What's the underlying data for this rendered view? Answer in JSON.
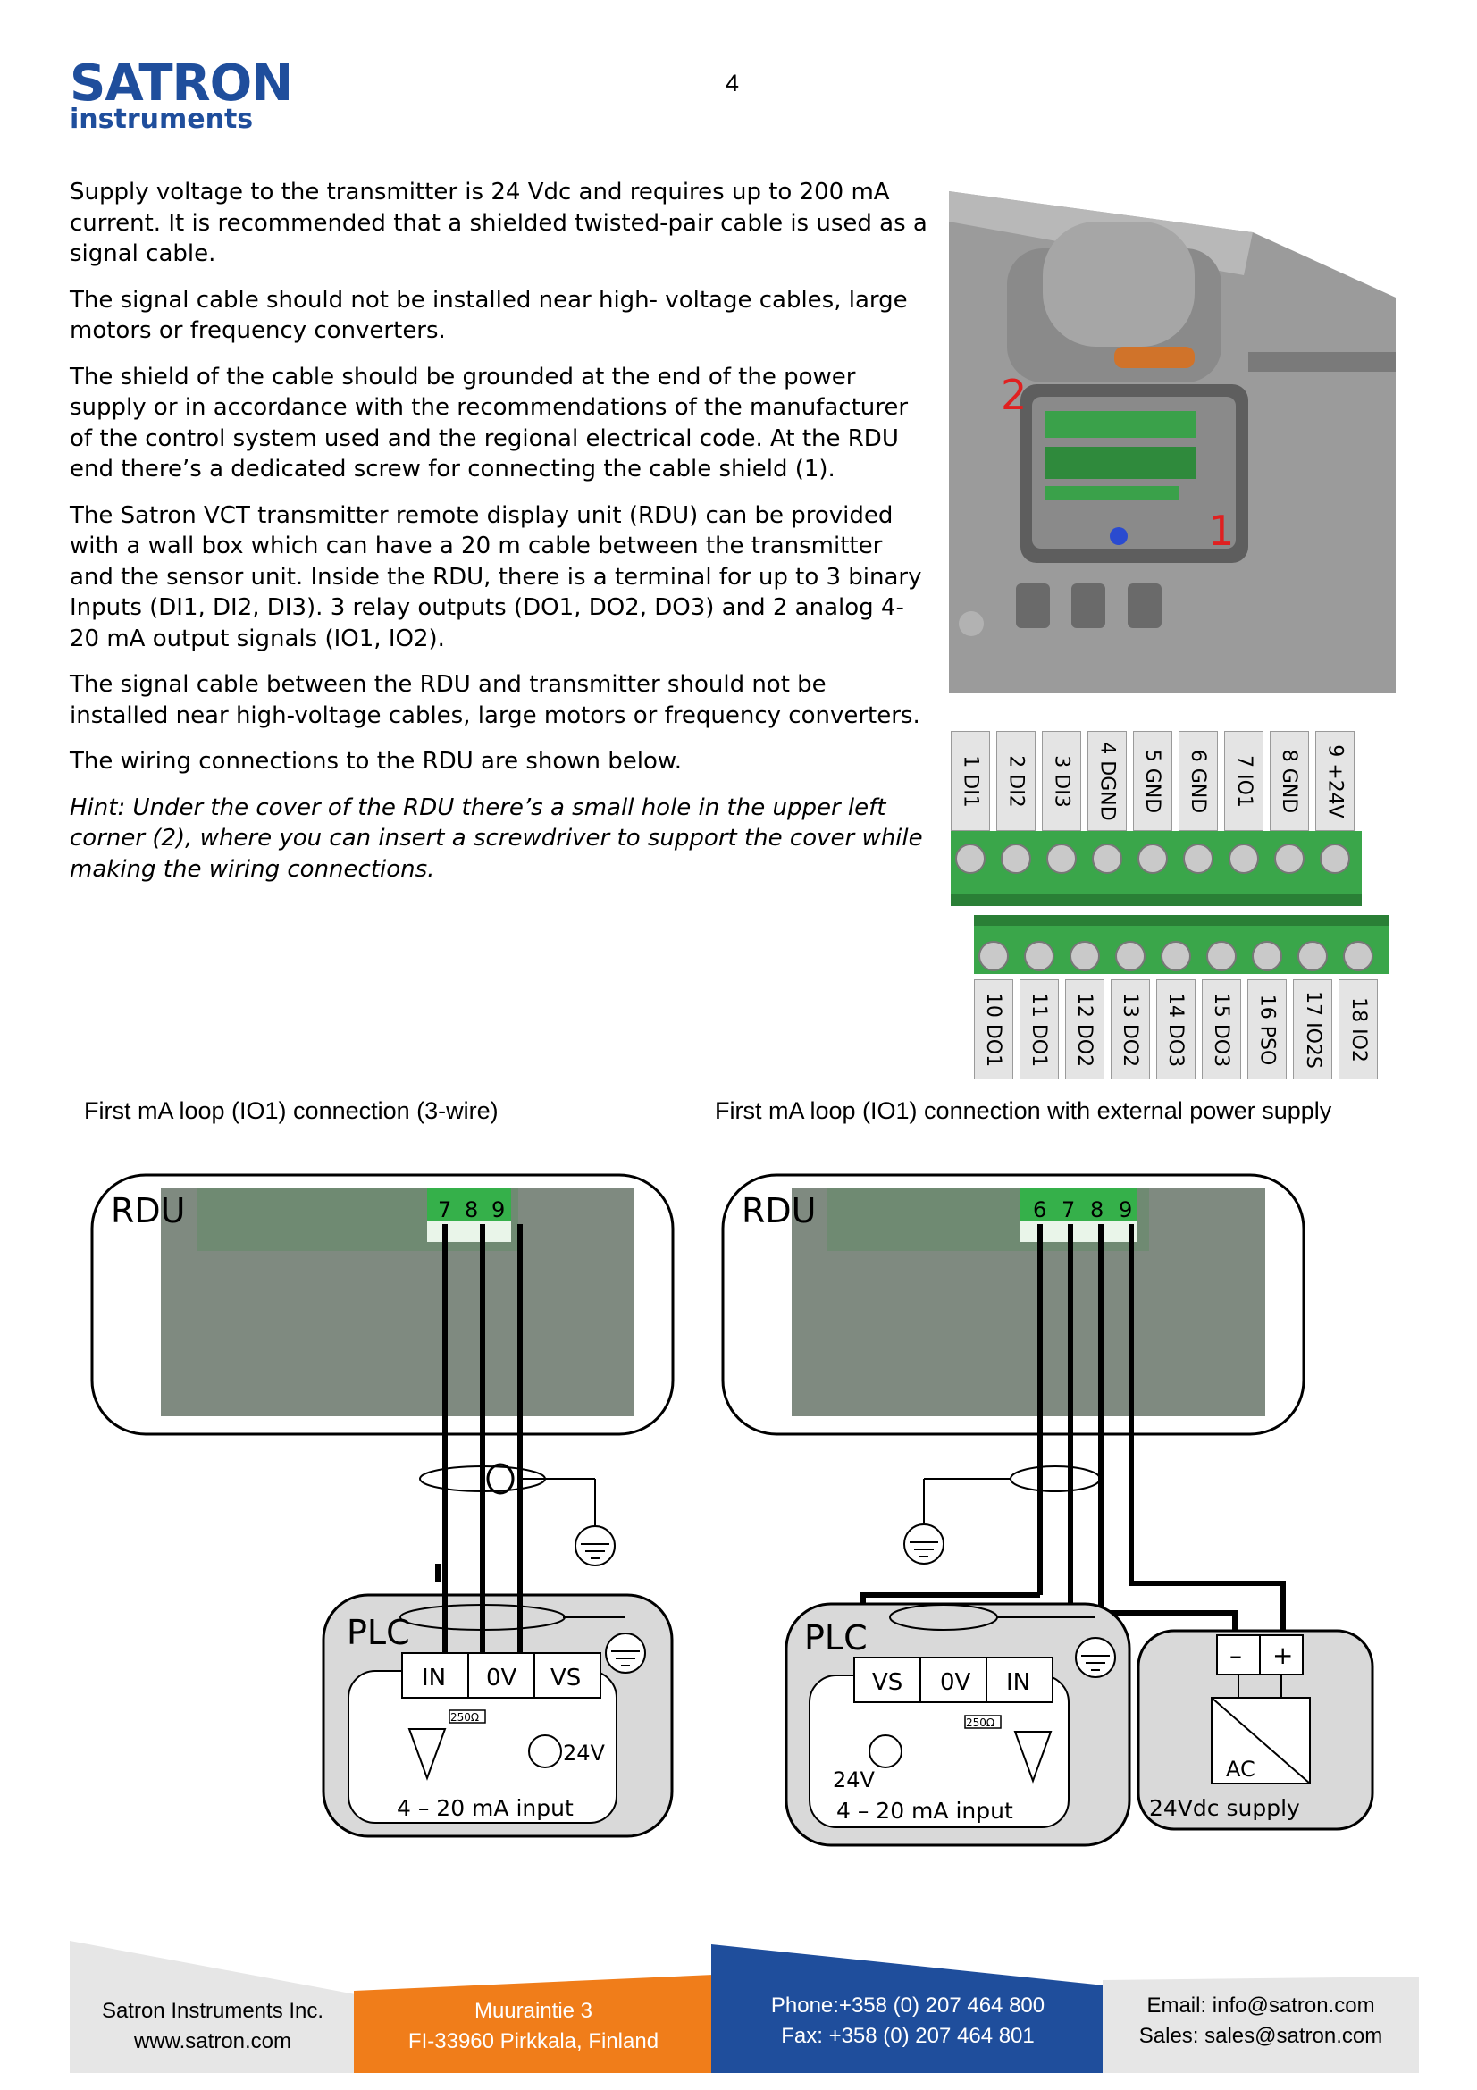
{
  "header": {
    "logo_top": "SATRON",
    "logo_bottom": "instruments",
    "page_number": "4"
  },
  "body": {
    "paragraphs": [
      "Supply voltage to the transmitter is 24 Vdc and requires up to 200 mA current. It is recommended that a shielded twisted-pair cable is used as a signal cable.",
      "The signal cable should not be installed near high- voltage cables, large motors or frequency converters.",
      "The shield of the cable should be grounded at the end of the power supply or in accordance with the recommendations of the manufacturer of the control system used and the regional electrical code. At the RDU end there’s a dedicated screw for connecting the cable shield (1).",
      "The Satron VCT transmitter remote display unit (RDU) can be provided with a wall box which can have a 20 m cable between the transmitter and the sensor unit. Inside the RDU, there is a terminal for up to 3 binary Inputs (DI1, DI2, DI3). 3 relay outputs (DO1, DO2, DO3) and 2 analog 4-20 mA output signals (IO1, IO2).",
      "The signal cable between the RDU and transmitter should not be installed near high-voltage cables, large motors or frequency converters.",
      "The wiring connections to the RDU are shown below."
    ],
    "hint": "Hint: Under the cover of the RDU there’s a small hole in the upper left corner (2), where you can insert a screwdriver to support the cover while making the wiring connections."
  },
  "photo": {
    "marker_2": "2",
    "marker_1": "1"
  },
  "terminals": {
    "top": [
      "1 DI1",
      "2 DI2",
      "3 DI3",
      "4 DGND",
      "5 GND",
      "6 GND",
      "7 IO1",
      "8 GND",
      "9 +24V"
    ],
    "bottom": [
      "10 DO1",
      "11 DO1",
      "12 DO2",
      "13 DO2",
      "14 DO3",
      "15 DO3",
      "16 PSO",
      "17 IO2S",
      "18 IO2"
    ]
  },
  "diagram_left": {
    "caption": "First mA loop (IO1) connection (3-wire)",
    "rdu_label": "RDU",
    "terminal_numbers": [
      "7",
      "8",
      "9"
    ],
    "plc_label": "PLC",
    "plc_terminals": [
      "IN",
      "0V",
      "VS"
    ],
    "resistor": "250Ω",
    "source_voltage": "24V",
    "input_label": "4 – 20 mA input"
  },
  "diagram_right": {
    "caption": "First mA loop (IO1) connection with external power supply",
    "rdu_label": "RDU",
    "terminal_numbers": [
      "6",
      "7",
      "8",
      "9"
    ],
    "plc_label": "PLC",
    "plc_terminals": [
      "VS",
      "0V",
      "IN"
    ],
    "resistor": "250Ω",
    "source_voltage": "24V",
    "input_label": "4 – 20 mA input",
    "supply_minus": "–",
    "supply_plus": "+",
    "supply_ac": "AC",
    "supply_label": "24Vdc supply"
  },
  "footer": {
    "company": "Satron Instruments Inc.",
    "website": "www.satron.com",
    "street": "Muuraintie 3",
    "city": "FI-33960 Pirkkala, Finland",
    "phone": "Phone:+358 (0) 207 464 800",
    "fax": "Fax: +358 (0) 207 464 801",
    "email": "Email: info@satron.com",
    "sales": "Sales: sales@satron.com",
    "colors": {
      "orange": "#f07d1a",
      "blue": "#1f4e9c",
      "grey": "#e6e6e6"
    }
  }
}
